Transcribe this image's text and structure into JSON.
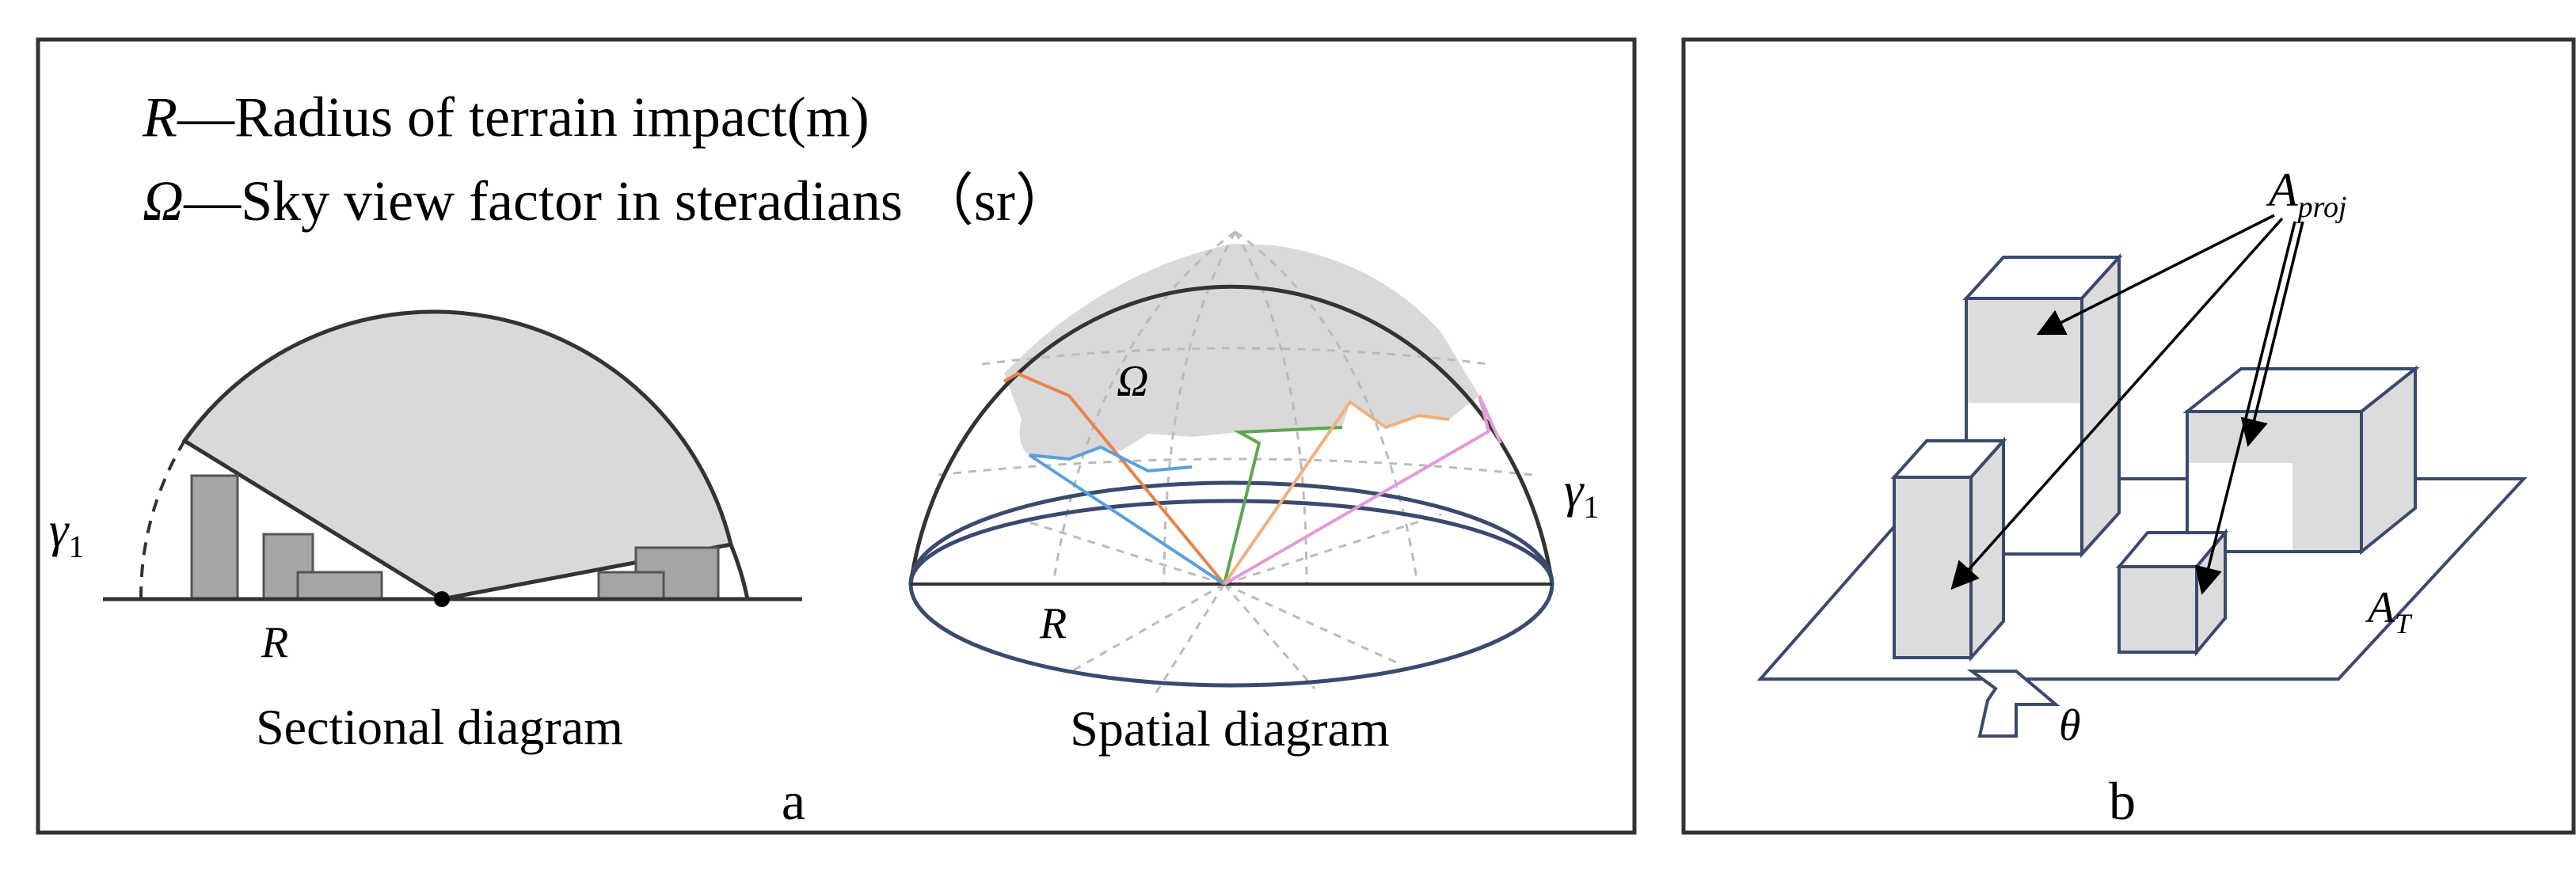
{
  "panel_a": {
    "legend": {
      "line1_symbol": "R",
      "line1_text": "—Radius of terrain impact(m)",
      "line2_symbol": "Ω",
      "line2_text": "—Sky view factor in steradians （sr）"
    },
    "sectional": {
      "gamma": "γ",
      "gamma_sub": "1",
      "r_label": "R",
      "caption": "Sectional diagram"
    },
    "spatial": {
      "omega": "Ω",
      "gamma": "γ",
      "gamma_sub": "1",
      "r_label": "R",
      "caption": "Spatial diagram"
    },
    "label": "a"
  },
  "panel_b": {
    "a_proj_main": "A",
    "a_proj_sub": "proj",
    "a_t_main": "A",
    "a_t_sub": "T",
    "theta": "θ",
    "label": "b"
  },
  "colors": {
    "frame": "#333333",
    "sky_fill": "#d9d9d9",
    "building_fill": "#a6a4a4",
    "box_edge": "#3a4a6e",
    "box_face": "#dcdcdc",
    "ray_orange": "#e8834a",
    "ray_blue": "#5aa0e0",
    "ray_green": "#5aa84a",
    "ray_peach": "#f2b07a",
    "ray_pink": "#e39ad8"
  }
}
